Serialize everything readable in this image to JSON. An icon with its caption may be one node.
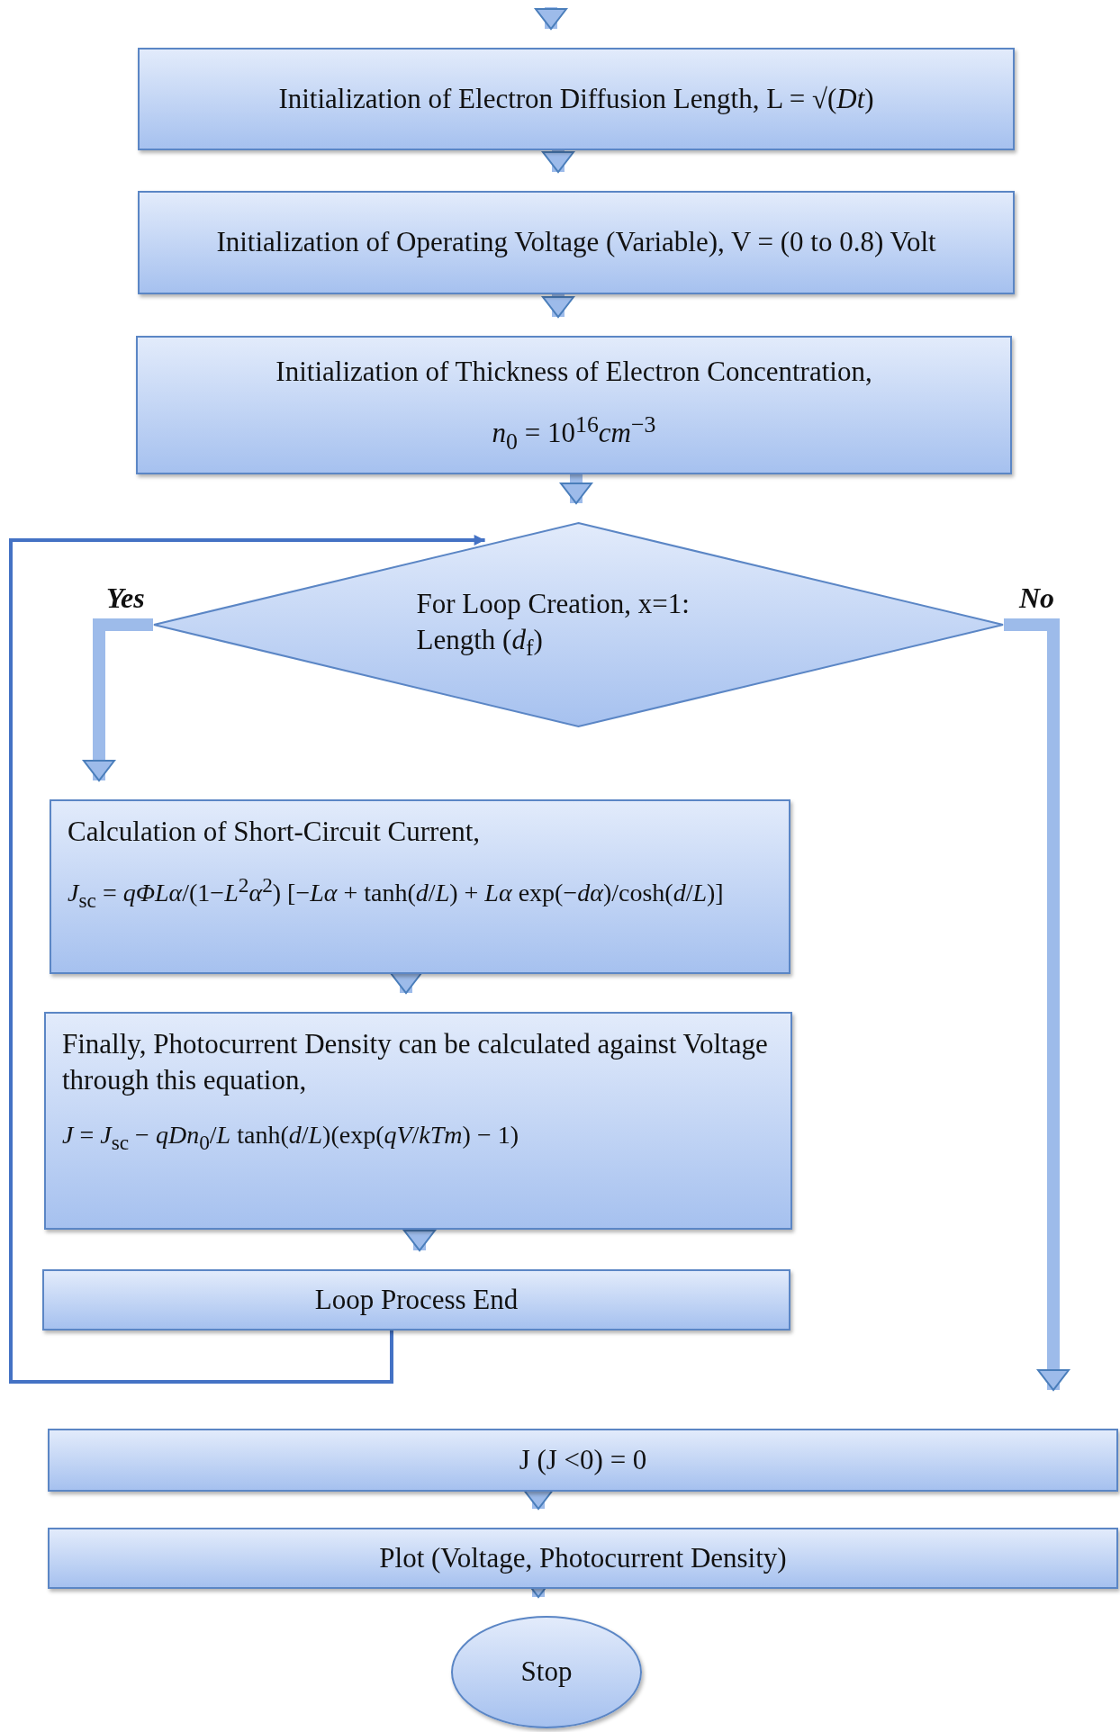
{
  "diagram": {
    "nodes": [
      {
        "text": [
          "Initialization of Electron Diffusion Length, L = √(*Dt*)"
        ]
      },
      {
        "text": [
          "Initialization of Operating Voltage (Variable), V = (0 to 0.8) Volt"
        ]
      },
      {
        "text": [
          "Initialization of Thickness of Electron Concentration,",
          "*n*$_{0}$ = 10$^{16}$*cm*$^{−3}$"
        ]
      },
      {
        "text": [
          "For Loop Creation, x=1: Length (*d*$_{f}$)"
        ]
      },
      {
        "text": [
          "Calculation of Short-Circuit Current,",
          "*J*$_{sc}$ = *qΦLα*/(1−*L*$^{2}$*α*$^{2}$) [−*Lα* + tanh(*d*/*L*) + *Lα* exp(−*dα*)/cosh(*d*/*L*)]"
        ]
      },
      {
        "text": [
          "Finally, Photocurrent Density can be calculated against Voltage through this equation,",
          "*J* = *J*$_{sc}$ − *qDn*$_{0}$/*L* tanh(*d*/*L*)(exp(*qV*/*kTm*) − 1)"
        ]
      },
      {
        "text": [
          "Loop Process End"
        ]
      },
      {
        "text": [
          "J (J <0) = 0"
        ]
      },
      {
        "text": [
          "Plot (Voltage, Photocurrent Density)"
        ]
      },
      {
        "text": [
          "Stop"
        ]
      }
    ],
    "edges": [
      {
        "from": null,
        "to": 0,
        "arrow": "to"
      },
      {
        "from": 0,
        "to": 1,
        "arrow": "to"
      },
      {
        "from": 1,
        "to": 2,
        "arrow": "to"
      },
      {
        "from": 2,
        "to": 3,
        "arrow": "to"
      },
      {
        "from": 3,
        "to": 4,
        "arrow": "to",
        "label": "Yes"
      },
      {
        "from": 4,
        "to": 5,
        "arrow": "to"
      },
      {
        "from": 5,
        "to": 6,
        "arrow": "to"
      },
      {
        "from": 6,
        "to": 3,
        "arrow": "to",
        "color": "#4472c4"
      },
      {
        "from": 3,
        "to": 7,
        "arrow": "to",
        "label": "No"
      },
      {
        "from": 7,
        "to": 8,
        "arrow": "to"
      },
      {
        "from": 8,
        "to": 9,
        "arrow": "to"
      }
    ]
  }
}
